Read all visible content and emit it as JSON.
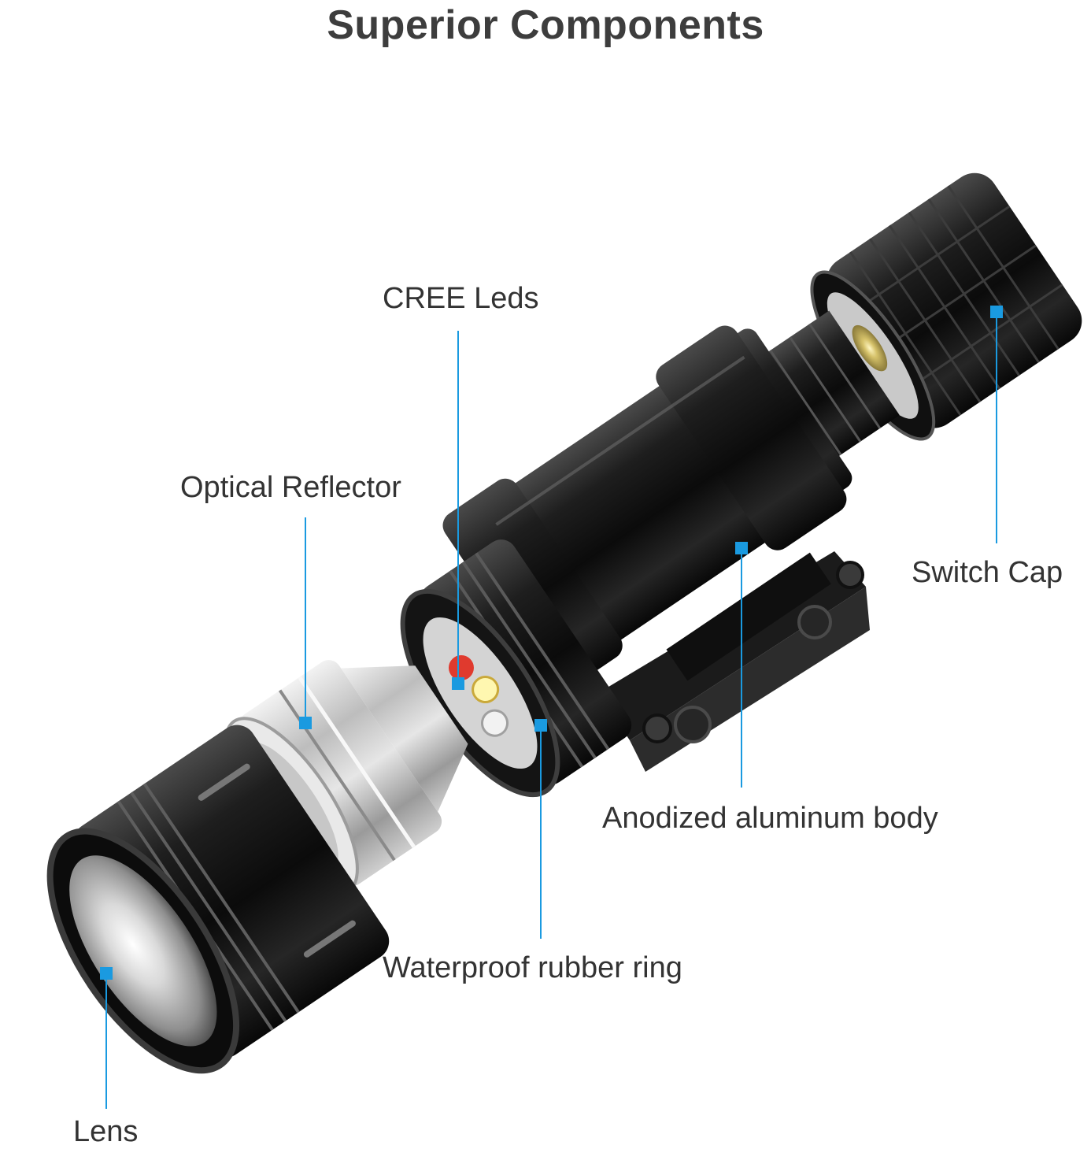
{
  "title": "Superior Components",
  "accent_color": "#1a9ae0",
  "callouts": {
    "cree_leds": "CREE Leds",
    "optical_reflector": "Optical Reflector",
    "switch_cap": "Switch Cap",
    "anodized_body": "Anodized aluminum body",
    "waterproof_ring": "Waterproof rubber ring",
    "lens": "Lens"
  }
}
